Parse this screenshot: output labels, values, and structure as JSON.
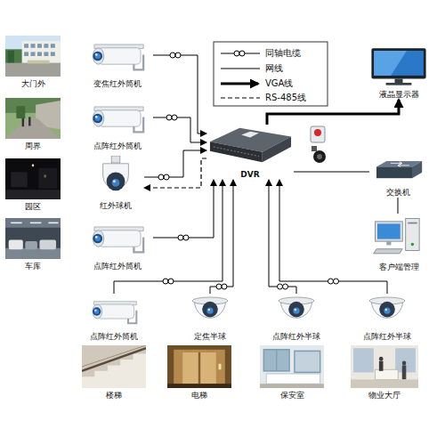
{
  "diagram": {
    "nodes": [
      {
        "text": [
          "大门外"
        ]
      },
      {
        "text": [
          "变焦红外筒机"
        ]
      },
      {
        "text": [
          "液晶显示器"
        ]
      },
      {
        "text": [
          "周界"
        ]
      },
      {
        "text": [
          "点阵红外筒机"
        ]
      },
      {
        "text": [
          "DVR"
        ]
      },
      {
        "text": [
          "园区"
        ]
      },
      {
        "text": [
          "红外球机"
        ]
      },
      {
        "text": [
          "交换机"
        ]
      },
      {
        "text": [
          "车库"
        ]
      },
      {
        "text": [
          "点阵红外筒机"
        ]
      },
      {
        "text": [
          "客户端管理"
        ]
      },
      {
        "text": [
          "点阵红外筒机"
        ]
      },
      {
        "text": [
          "定焦半球"
        ]
      },
      {
        "text": [
          "点阵红外半球"
        ]
      },
      {
        "text": [
          "点阵红外半球"
        ]
      },
      {
        "text": [
          "楼梯"
        ]
      },
      {
        "text": [
          "电梯"
        ]
      },
      {
        "text": [
          "保安室"
        ]
      },
      {
        "text": [
          "物业大厅"
        ]
      }
    ],
    "edges": [
      {
        "from": 1,
        "to": 5,
        "arrow": "to"
      },
      {
        "from": 4,
        "to": 5,
        "arrow": "to"
      },
      {
        "from": 7,
        "to": 5,
        "arrow": "to"
      },
      {
        "from": 5,
        "to": 7,
        "arrow": "to"
      },
      {
        "from": 10,
        "to": 5,
        "arrow": "to"
      },
      {
        "from": 12,
        "to": 5,
        "arrow": "to"
      },
      {
        "from": 13,
        "to": 5,
        "arrow": "to"
      },
      {
        "from": 14,
        "to": 5,
        "arrow": "to"
      },
      {
        "from": 15,
        "to": 5,
        "arrow": "to"
      },
      {
        "from": 5,
        "to": 2,
        "arrow": "to"
      },
      {
        "from": 5,
        "to": 8,
        "arrow": "none"
      },
      {
        "from": 8,
        "to": 11,
        "arrow": "none"
      }
    ],
    "legend": [
      {
        "text": "同轴电缆"
      },
      {
        "text": "网线"
      },
      {
        "text": "VGA线"
      },
      {
        "text": "RS-485线"
      }
    ]
  }
}
